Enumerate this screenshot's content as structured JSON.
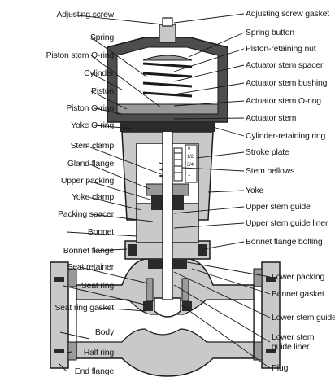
{
  "labels": {
    "left": [
      "Adjusting screw",
      "Spring",
      "Piston stem O-ring",
      "Cylinder",
      "Piston",
      "Piston O-ring",
      "Yoke O-ring",
      "Stem clamp",
      "Gland flange",
      "Upper packing",
      "Yoke clamp",
      "Packing spacer",
      "Bonnet",
      "Bonnet flange",
      "Seat retainer",
      "Seat ring",
      "Seat ring gasket",
      "Body",
      "Half ring",
      "End flange"
    ],
    "right": [
      "Adjusting screw gasket",
      "Spring button",
      "Piston-retaining nut",
      "Actuator stem spacer",
      "Actuator stem bushing",
      "Actuator stem O-ring",
      "Actuator stem",
      "Cylinder-retaining ring",
      "Stroke plate",
      "Stem bellows",
      "Yoke",
      "Upper stem guide",
      "Upper stem guide liner",
      "Bonnet flange bolting",
      "Lower packing",
      "Bonnet gasket",
      "Lower stem guide",
      "Lower stem guide liner",
      "Plug"
    ]
  },
  "stroke_plate_marks": [
    "0",
    "1/2",
    "3/4",
    "1"
  ],
  "colors": {
    "line": "#1a1a1a",
    "body_fill": "#c9c9c9",
    "cylinder_fill": "#4d4d4d",
    "metal_fill": "#9a9a9a",
    "dark_fill": "#2b2b2b",
    "background": "#ffffff"
  }
}
